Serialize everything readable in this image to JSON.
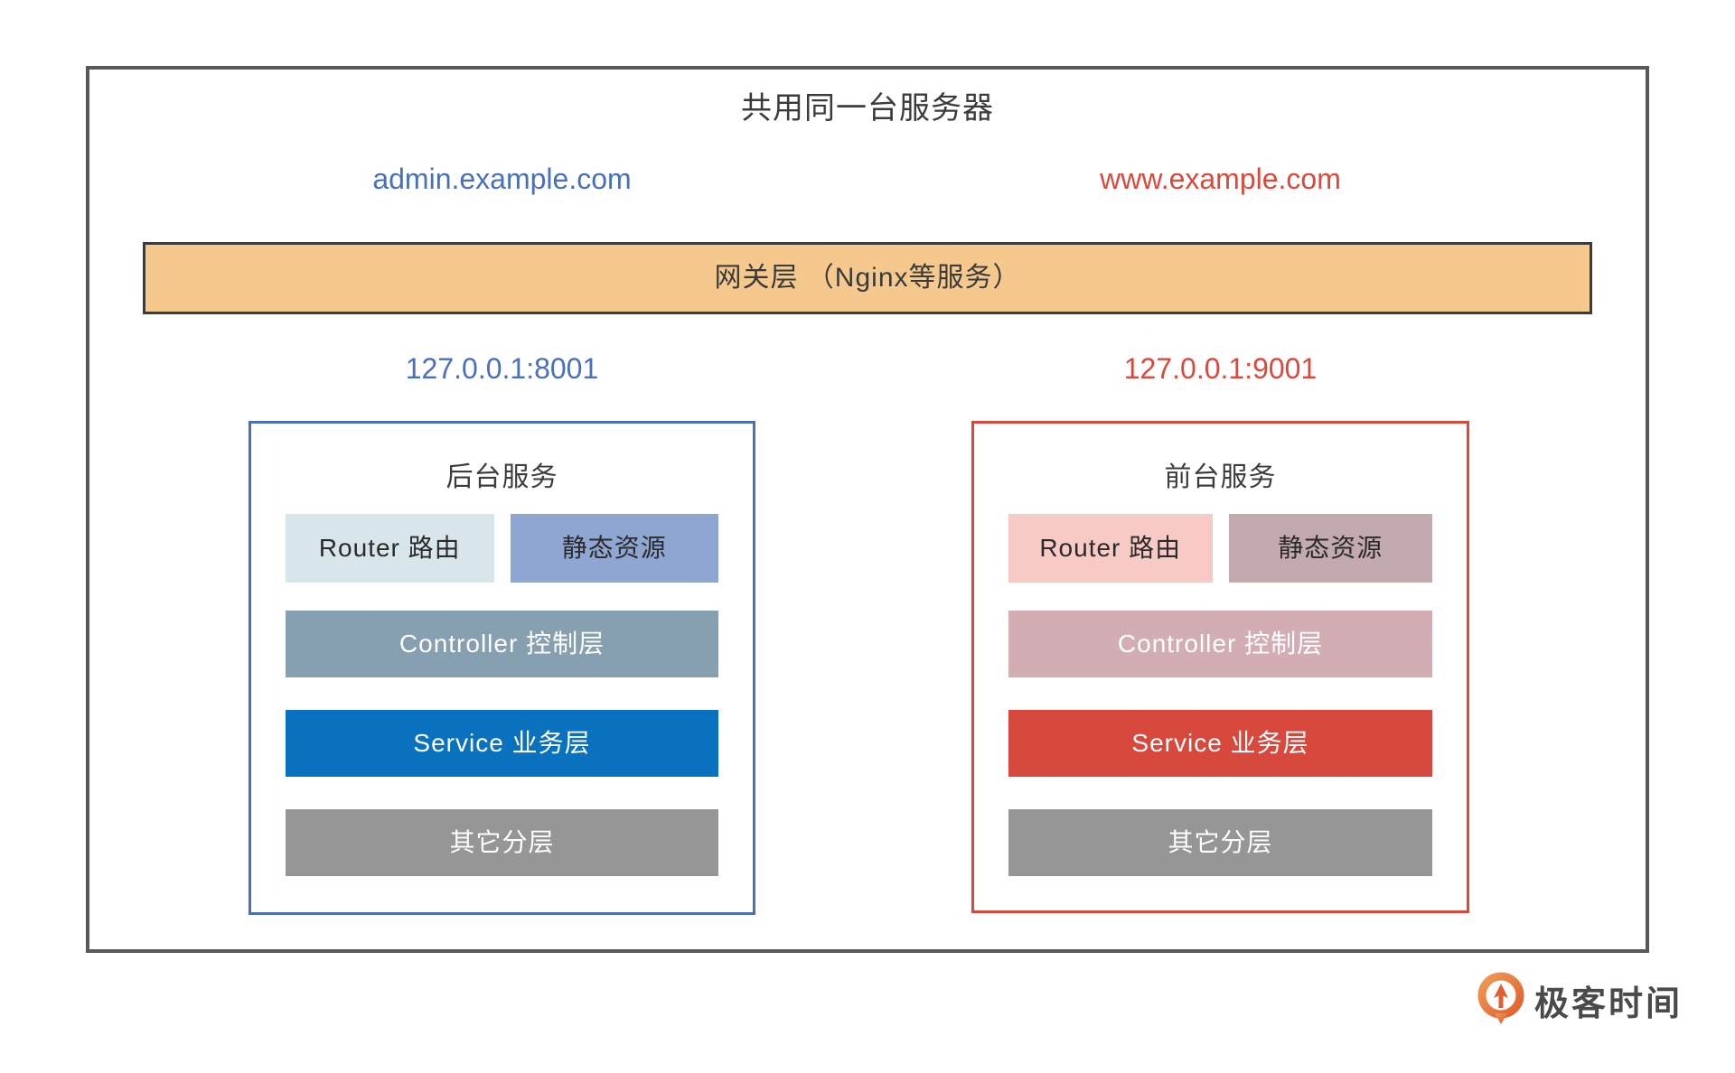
{
  "colors": {
    "outer_border": "#57585c",
    "text_dark": "#3b3b3b",
    "gateway_bg": "#f5c88d",
    "gateway_border": "#3b3b3b",
    "blue": "#4a70b8",
    "red": "#da4a3c",
    "gray_row_bg": "#969696",
    "left_panel": {
      "router_bg": "#d8e6eb",
      "static_bg": "#90a6d2",
      "controller_bg": "#87a0b1",
      "service_bg": "#0971be"
    },
    "right_panel": {
      "router_bg": "#f8cac6",
      "static_bg": "#c3aaae",
      "controller_bg": "#d2aeb4",
      "service_bg": "#d7493c"
    },
    "logo_orange": "#e8743c"
  },
  "diagram": {
    "title": "共用同一台服务器",
    "gateway_label": "网关层 （Nginx等服务）",
    "left": {
      "domain": "admin.example.com",
      "ip": "127.0.0.1:8001",
      "panel_title": "后台服务",
      "rows": {
        "router": "Router 路由",
        "static": "静态资源",
        "controller": "Controller 控制层",
        "service": "Service 业务层",
        "other": "其它分层"
      }
    },
    "right": {
      "domain": "www.example.com",
      "ip": "127.0.0.1:9001",
      "panel_title": "前台服务",
      "rows": {
        "router": "Router 路由",
        "static": "静态资源",
        "controller": "Controller 控制层",
        "service": "Service 业务层",
        "other": "其它分层"
      }
    }
  },
  "footer": {
    "logo_text": "极客时间"
  }
}
